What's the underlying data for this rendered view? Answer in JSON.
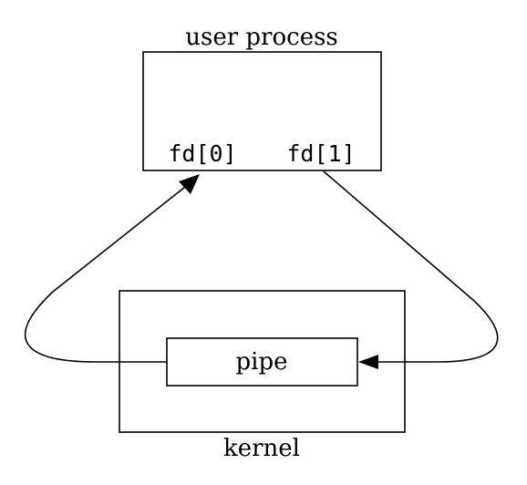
{
  "diagram": {
    "user_process_label": "user process",
    "fd0_label": "fd[0]",
    "fd1_label": "fd[1]",
    "pipe_label": "pipe",
    "kernel_label": "kernel"
  },
  "colors": {
    "line": "#000000",
    "background": "#ffffff"
  }
}
